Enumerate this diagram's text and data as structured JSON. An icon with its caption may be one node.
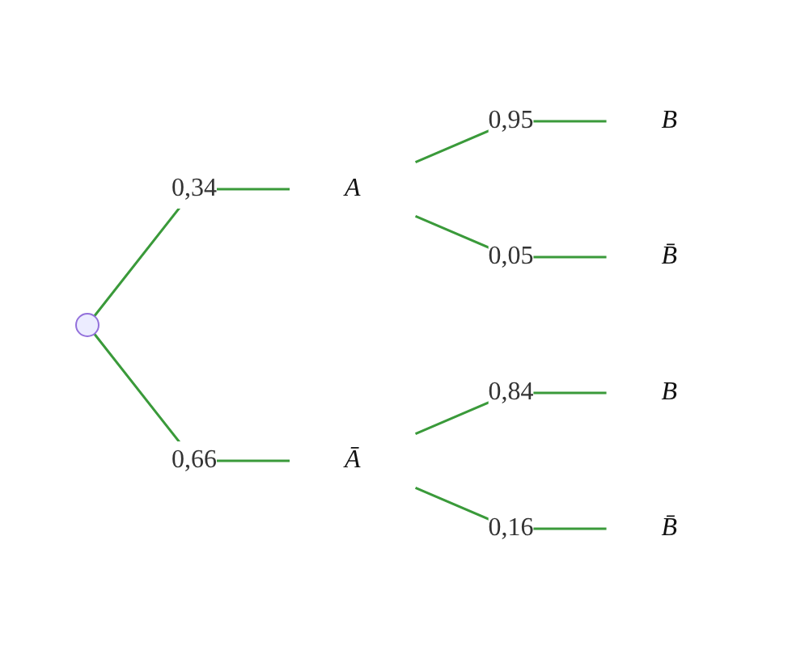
{
  "diagram": {
    "nodes": [
      {
        "text": [],
        "shape": "point"
      },
      {
        "text": [
          "A"
        ]
      },
      {
        "text": [
          "B"
        ]
      },
      {
        "text": [
          "B̄"
        ]
      },
      {
        "text": [
          "Ā"
        ]
      },
      {
        "text": [
          "B"
        ]
      },
      {
        "text": [
          "B̄"
        ]
      }
    ],
    "edges": [
      {
        "from": 0,
        "to": 1,
        "arrow": "none",
        "label": "0,34"
      },
      {
        "from": 1,
        "to": 2,
        "arrow": "none",
        "label": "0,95"
      },
      {
        "from": 1,
        "to": 3,
        "arrow": "none",
        "label": "0,05"
      },
      {
        "from": 0,
        "to": 4,
        "arrow": "none",
        "label": "0,66"
      },
      {
        "from": 4,
        "to": 5,
        "arrow": "none",
        "label": "0,84"
      },
      {
        "from": 4,
        "to": 6,
        "arrow": "none",
        "label": "0,16"
      }
    ]
  }
}
